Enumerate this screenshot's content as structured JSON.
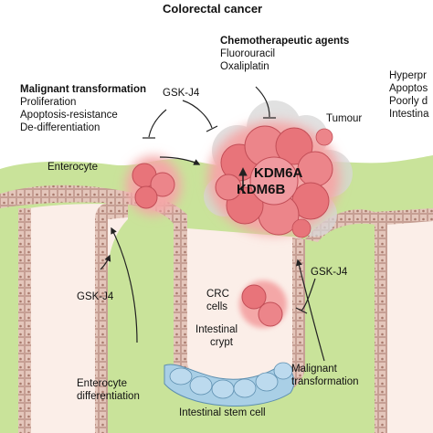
{
  "title": "Colorectal cancer",
  "chemo": {
    "heading": "Chemotherapeutic agents",
    "drugs": [
      "Fluorouracil",
      "Oxaliplatin"
    ]
  },
  "malignant": {
    "heading": "Malignant transformation",
    "items": [
      "Proliferation",
      "Apoptosis-resistance",
      "De-differentiation"
    ]
  },
  "right_cut_text": [
    "Hyperpr",
    "Apoptos",
    "Poorly d",
    "Intestina"
  ],
  "gsk_top": "GSK-J4",
  "gsk_left": "GSK-J4",
  "gsk_right": "GSK-J4",
  "tumour": "Tumour",
  "enterocyte": "Enterocyte",
  "kdm": [
    "KDM6A",
    "KDM6B"
  ],
  "crc_cells": [
    "CRC",
    "cells"
  ],
  "crypt": [
    "Intestinal",
    "crypt"
  ],
  "enterocyte_diff": [
    "Enterocyte",
    "differentiation"
  ],
  "malignant_bottom": [
    "Malignant",
    "transformation"
  ],
  "stem_cell": "Intestinal stem cell",
  "colors": {
    "mucosa_green": "#c9e39a",
    "lumen_pink": "#fbeee8",
    "epithelium": "#d9b8ad",
    "stem_blue": "#a9cfe6",
    "tumour_red": "#e8747a",
    "glow_red": "#f4a7a7",
    "grey_cloud": "#d7d7d7"
  }
}
